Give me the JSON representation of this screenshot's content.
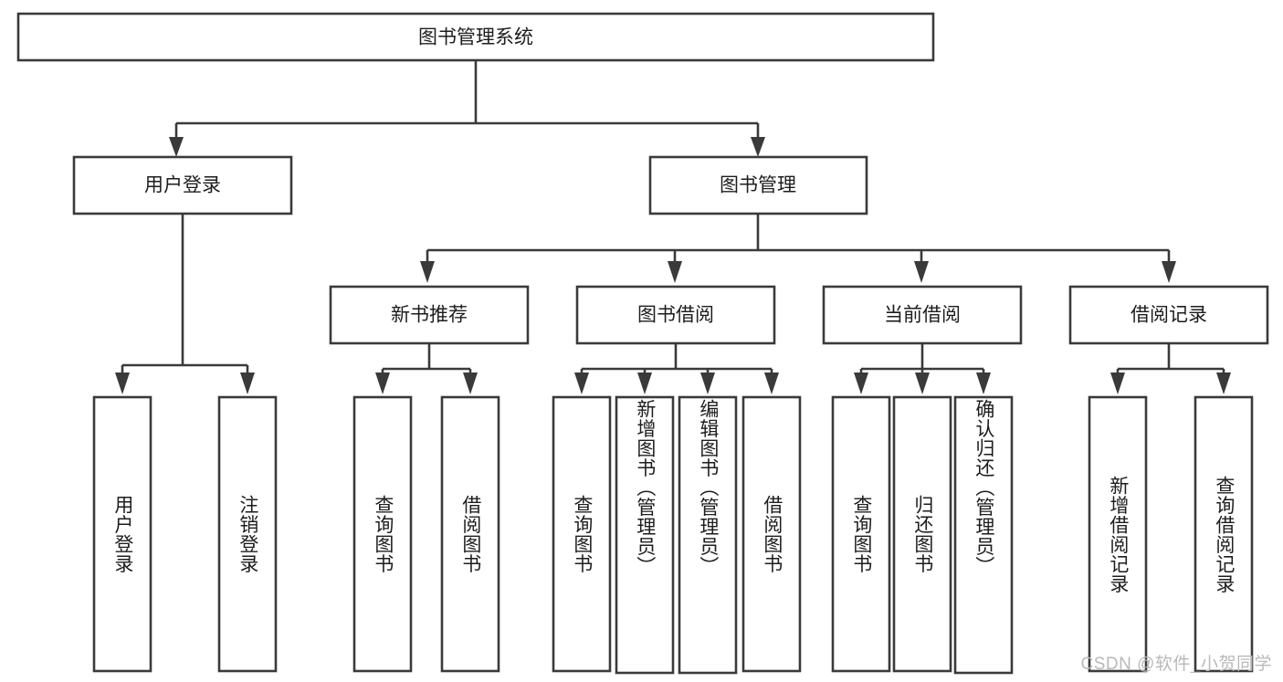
{
  "diagram": {
    "title": "图书管理系统",
    "type": "tree-hierarchy-functional-structure",
    "watermark": "CSDN @软件_小贺同学",
    "colors": {
      "stroke": "#3a3a3a",
      "fill": "#ffffff",
      "text": "#1d1d1d",
      "watermark": "#b9b9b9",
      "background": "#ffffff"
    },
    "root": {
      "label": "图书管理系统"
    },
    "level2": [
      {
        "id": "user-login",
        "label": "用户登录"
      },
      {
        "id": "book-management",
        "label": "图书管理"
      }
    ],
    "level3": [
      {
        "id": "new-book-recommend",
        "label": "新书推荐",
        "parent": "book-management"
      },
      {
        "id": "book-borrow",
        "label": "图书借阅",
        "parent": "book-management"
      },
      {
        "id": "current-borrow",
        "label": "当前借阅",
        "parent": "book-management"
      },
      {
        "id": "borrow-record",
        "label": "借阅记录",
        "parent": "book-management"
      }
    ],
    "leaves": [
      {
        "id": "leaf-user-login",
        "label": "用户登录",
        "parent": "user-login"
      },
      {
        "id": "leaf-logout-login",
        "label": "注销登录",
        "parent": "user-login"
      },
      {
        "id": "leaf-query-book-1",
        "label": "查询图书",
        "parent": "new-book-recommend"
      },
      {
        "id": "leaf-borrow-book-1",
        "label": "借阅图书",
        "parent": "new-book-recommend"
      },
      {
        "id": "leaf-query-book-2",
        "label": "查询图书",
        "parent": "book-borrow"
      },
      {
        "id": "leaf-add-book",
        "label": "新增图书（管理员）",
        "parent": "book-borrow"
      },
      {
        "id": "leaf-edit-book",
        "label": "编辑图书（管理员）",
        "parent": "book-borrow"
      },
      {
        "id": "leaf-borrow-book-2",
        "label": "借阅图书",
        "parent": "book-borrow"
      },
      {
        "id": "leaf-query-book-3",
        "label": "查询图书",
        "parent": "current-borrow"
      },
      {
        "id": "leaf-return-book",
        "label": "归还图书",
        "parent": "current-borrow"
      },
      {
        "id": "leaf-confirm-return",
        "label": "确认归还（管理员）",
        "parent": "current-borrow"
      },
      {
        "id": "leaf-add-record",
        "label": "新增借阅记录",
        "parent": "borrow-record"
      },
      {
        "id": "leaf-query-record",
        "label": "查询借阅记录",
        "parent": "borrow-record"
      }
    ]
  }
}
